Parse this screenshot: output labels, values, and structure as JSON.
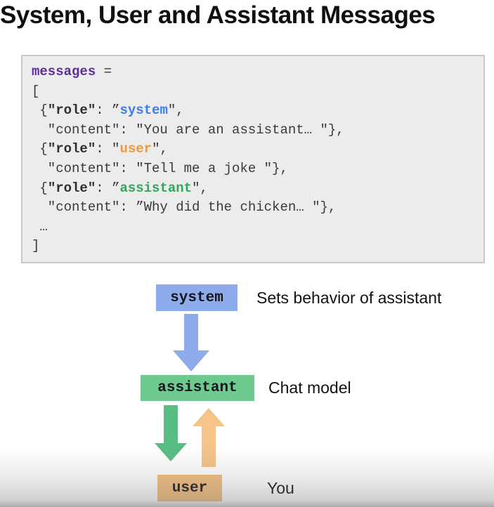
{
  "title": "System, User and Assistant Messages",
  "code": {
    "lines": [
      [
        {
          "t": "messages",
          "s": "kw"
        },
        {
          "t": " =",
          "s": "pl"
        }
      ],
      [
        {
          "t": "[",
          "s": "pl"
        }
      ],
      [
        {
          "t": " {",
          "s": "pl"
        },
        {
          "t": "\"role\"",
          "s": "bd"
        },
        {
          "t": ": ”",
          "s": "pl"
        },
        {
          "t": "system",
          "s": "sys"
        },
        {
          "t": "\",",
          "s": "pl"
        }
      ],
      [
        {
          "t": "  \"content\": \"You are an assistant… \"},",
          "s": "pl"
        }
      ],
      [
        {
          "t": " {",
          "s": "pl"
        },
        {
          "t": "\"role\"",
          "s": "bd"
        },
        {
          "t": ": \"",
          "s": "pl"
        },
        {
          "t": "user",
          "s": "usr"
        },
        {
          "t": "\",",
          "s": "pl"
        }
      ],
      [
        {
          "t": "  \"content\": \"Tell me a joke \"},",
          "s": "pl"
        }
      ],
      [
        {
          "t": " {",
          "s": "pl"
        },
        {
          "t": "\"role\"",
          "s": "bd"
        },
        {
          "t": ": ”",
          "s": "pl"
        },
        {
          "t": "assistant",
          "s": "ast"
        },
        {
          "t": "\",",
          "s": "pl"
        }
      ],
      [
        {
          "t": "  \"content\": ”Why did the chicken… \"},",
          "s": "pl"
        }
      ],
      [
        {
          "t": " …",
          "s": "pl"
        }
      ],
      [
        {
          "t": "]",
          "s": "pl"
        }
      ]
    ],
    "syntax_colors": {
      "variable": "#5E2D9E",
      "plain": "#3A3A3A",
      "role_key": "#2E2E2E",
      "system": "#3D7DE8",
      "user": "#F0983A",
      "assistant": "#2FA85C"
    }
  },
  "diagram": {
    "nodes": [
      {
        "id": "system",
        "label": "system",
        "annotation": "Sets behavior of assistant",
        "fill": "#8EACEC"
      },
      {
        "id": "assistant",
        "label": "assistant",
        "annotation": "Chat model",
        "fill": "#6FCA90"
      },
      {
        "id": "user",
        "label": "user",
        "annotation": "You",
        "fill": "#F2BD7D"
      }
    ],
    "arrows": [
      {
        "from": "system",
        "to": "assistant",
        "direction": "down",
        "color": "#8EACEC"
      },
      {
        "from": "assistant",
        "to": "user",
        "direction": "down",
        "color": "#57BD82"
      },
      {
        "from": "user",
        "to": "assistant",
        "direction": "up",
        "color": "#F6C389"
      }
    ]
  }
}
